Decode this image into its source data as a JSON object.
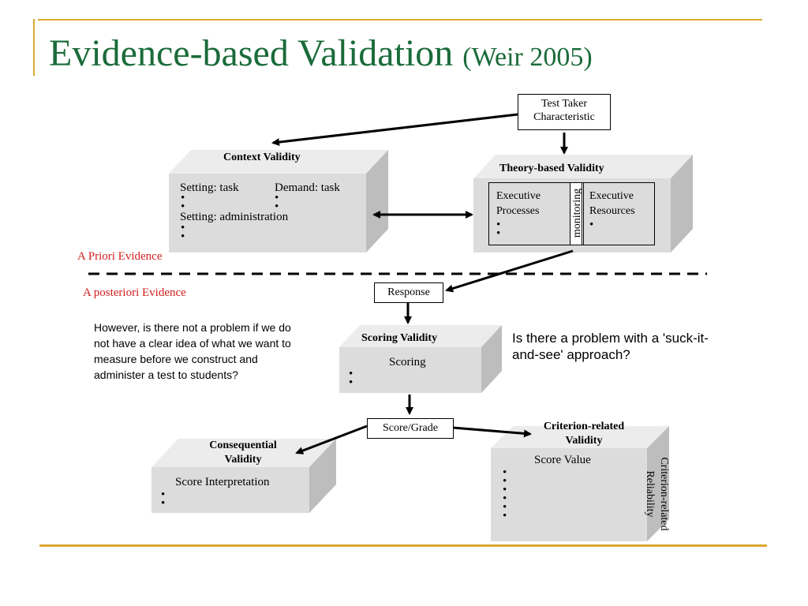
{
  "slide": {
    "title": "Evidence-based Validation",
    "title_citation": "(Weir 2005)"
  },
  "nodes": {
    "test_taker": "Test Taker Characteristic",
    "context": {
      "title": "Context Validity",
      "setting_task": "Setting: task",
      "demand_task": "Demand: task",
      "setting_admin": "Setting: administration"
    },
    "theory": {
      "title": "Theory-based Validity",
      "exec_processes": "Executive Processes",
      "monitoring": "monitoring",
      "exec_resources": "Executive Resources"
    },
    "response": "Response",
    "scoring": {
      "title": "Scoring Validity",
      "body": "Scoring"
    },
    "score_grade": "Score/Grade",
    "consequential": {
      "title_line1": "Consequential",
      "title_line2": "Validity",
      "body": "Score Interpretation"
    },
    "criterion": {
      "title_line1": "Criterion-related",
      "title_line2": "Validity",
      "body": "Score Value",
      "side_line1": "Criterion-related",
      "side_line2": "Reliability"
    }
  },
  "labels": {
    "a_priori": "A Priori Evidence",
    "a_posteriori": "A posteriori Evidence",
    "note_left": "However, is there not a problem if we do not have a clear idea of what we want to measure before we construct and administer a test to students?",
    "note_right": "Is there a problem with a 'suck-it-and-see' approach?"
  },
  "colors": {
    "title": "#1a6b3a",
    "rule": "#d9a92e",
    "evidence_label": "#d11d1d",
    "box_front": "#dcdcdc",
    "box_top": "#ececec",
    "box_side": "#bdbdbd"
  }
}
